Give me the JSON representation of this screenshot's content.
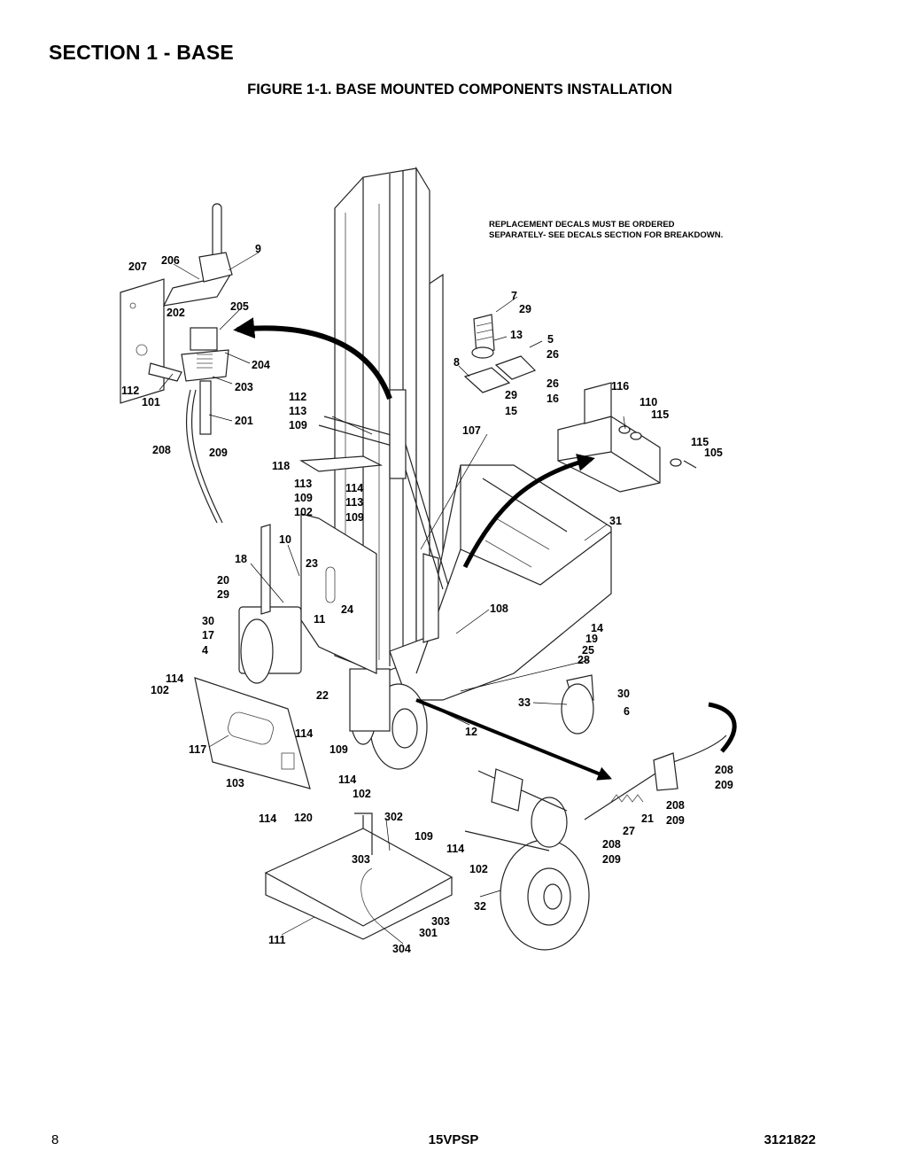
{
  "header": {
    "section_title": "SECTION 1 - BASE",
    "figure_title": "FIGURE 1-1. BASE MOUNTED COMPONENTS INSTALLATION"
  },
  "note": {
    "line1": "REPLACEMENT DECALS MUST BE ORDERED",
    "line2": "SEPARATELY- SEE DECALS SECTION FOR BREAKDOWN."
  },
  "callouts": [
    "7",
    "29",
    "13",
    "5",
    "26",
    "8",
    "26",
    "29",
    "16",
    "15",
    "116",
    "110",
    "115",
    "115",
    "105",
    "207",
    "206",
    "9",
    "202",
    "205",
    "204",
    "203",
    "112",
    "101",
    "201",
    "208",
    "209",
    "112",
    "113",
    "109",
    "118",
    "107",
    "113",
    "109",
    "102",
    "114",
    "113",
    "109",
    "31",
    "10",
    "18",
    "23",
    "20",
    "29",
    "11",
    "24",
    "108",
    "30",
    "17",
    "4",
    "14",
    "19",
    "25",
    "28",
    "114",
    "102",
    "22",
    "33",
    "30",
    "6",
    "12",
    "114",
    "109",
    "117",
    "103",
    "114",
    "120",
    "114",
    "102",
    "208",
    "209",
    "208",
    "209",
    "21",
    "27",
    "208",
    "209",
    "302",
    "109",
    "303",
    "114",
    "102",
    "303",
    "301",
    "111",
    "304",
    "32"
  ],
  "footer": {
    "page_number": "8",
    "model": "15VPSP",
    "doc_number": "3121822"
  }
}
